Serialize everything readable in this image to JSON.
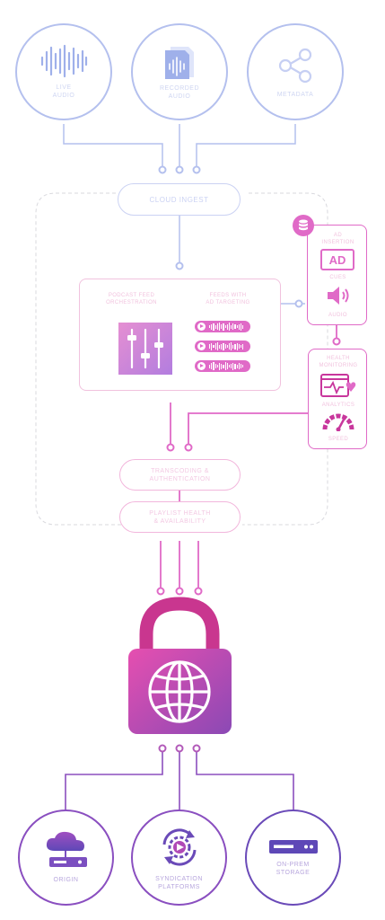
{
  "sources": {
    "live_audio": "LIVE\nAUDIO",
    "recorded_audio": "RECORDED\nAUDIO",
    "metadata": "METADATA"
  },
  "cloud_ingest": "CLOUD INGEST",
  "processing_panel": {
    "left_heading": "PODCAST FEED\nORCHESTRATION",
    "right_heading": "FEEDS WITH\nAD TARGETING"
  },
  "ad_panel": {
    "heading": "AD\nINSERTION",
    "ad_icon_text": "AD",
    "caption_1": "CUES",
    "caption_2": "AUDIO"
  },
  "monitor_panel": {
    "heading": "HEALTH\nMONITORING",
    "caption_1": "ANALYTICS",
    "caption_2": "SPEED"
  },
  "pill_1": "TRANSCODING &\nAUTHENTICATION",
  "pill_2": "PLAYLIST HEALTH\n& AVAILABILITY",
  "outputs": {
    "cloud": "ORIGIN",
    "platforms": "SYNDICATION\nPLATFORMS",
    "server": "ON-PREM\nSTORAGE"
  },
  "colors": {
    "blue": "#b4c0ee",
    "blue_icon": "#9fb0ea",
    "pink": "#e06ac7",
    "purple": "#7b4fc0",
    "magenta": "#c8369c"
  },
  "icons": {
    "live_audio": "waveform-icon",
    "recorded_audio": "audio-file-icon",
    "metadata": "share-icon",
    "mixer": "sliders-icon",
    "lock": "globe-padlock-icon",
    "cloud": "cloud-server-icon",
    "platforms": "sync-play-icon",
    "server": "rack-server-icon"
  }
}
